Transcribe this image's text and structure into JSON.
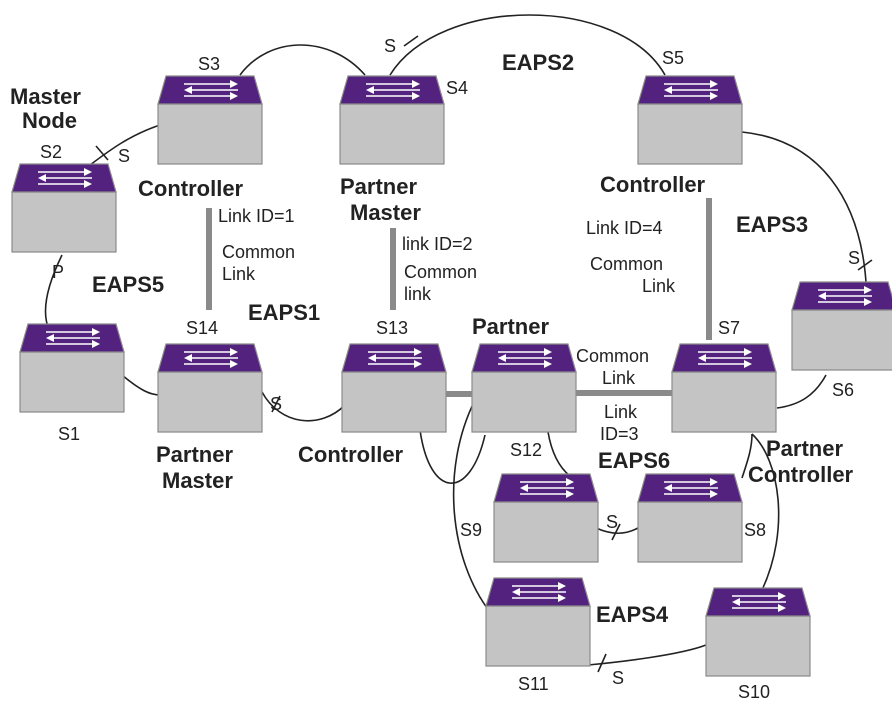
{
  "switches": [
    {
      "id": "s1",
      "label": "S1"
    },
    {
      "id": "s2",
      "label": "S2"
    },
    {
      "id": "s3",
      "label": "S3"
    },
    {
      "id": "s4",
      "label": "S4"
    },
    {
      "id": "s5",
      "label": "S5"
    },
    {
      "id": "s6",
      "label": "S6"
    },
    {
      "id": "s7",
      "label": "S7"
    },
    {
      "id": "s8",
      "label": "S8"
    },
    {
      "id": "s9",
      "label": "S9"
    },
    {
      "id": "s10",
      "label": "S10"
    },
    {
      "id": "s11",
      "label": "S11"
    },
    {
      "id": "s12",
      "label": "S12"
    },
    {
      "id": "s13",
      "label": "S13"
    },
    {
      "id": "s14",
      "label": "S14"
    }
  ],
  "rings": {
    "eaps1": "EAPS1",
    "eaps2": "EAPS2",
    "eaps3": "EAPS3",
    "eaps4": "EAPS4",
    "eaps5": "EAPS5",
    "eaps6": "EAPS6"
  },
  "roles": {
    "master_node_1": "Master",
    "master_node_2": "Node",
    "controller_s3": "Controller",
    "partner_master_s4_1": "Partner",
    "partner_master_s4_2": "Master",
    "controller_s5": "Controller",
    "partner_master_s14_1": "Partner",
    "partner_master_s14_2": "Master",
    "controller_s13": "Controller",
    "partner_s12": "Partner",
    "partner_controller_1": "Partner",
    "partner_controller_2": "Controller"
  },
  "links": {
    "link1_id": "Link ID=1",
    "link1_common_1": "Common",
    "link1_common_2": "Link",
    "link2_id": "link ID=2",
    "link2_common_1": "Common",
    "link2_common_2": "link",
    "link4_id": "Link ID=4",
    "link4_common_1": "Common",
    "link4_common_2": "Link",
    "link3_common_1": "Common",
    "link3_common_2": "Link",
    "link3_id_1": "Link",
    "link3_id_2": "ID=3"
  },
  "port_markers": {
    "secondary": "S",
    "primary": "P"
  },
  "colors": {
    "switch_top": "#53227f",
    "switch_body": "#c4c4c4",
    "common_link": "#8a8a8a"
  }
}
